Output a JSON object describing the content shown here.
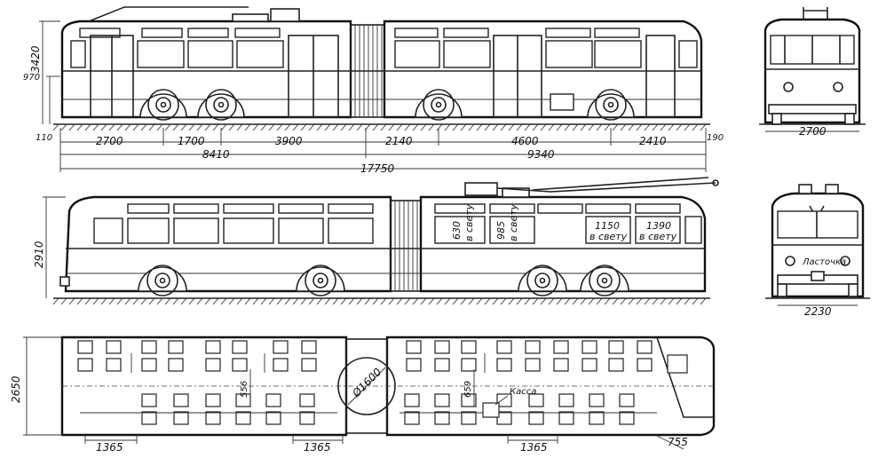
{
  "dimensions": {
    "height_overall": "3420",
    "floor_height": "970",
    "front_overhang": "110",
    "rear_overhang": "190",
    "seg_a": "2700",
    "seg_b": "1700",
    "seg_c": "3900",
    "seg_d": "2140",
    "seg_e": "4600",
    "seg_f": "2410",
    "front_section": "8410",
    "rear_section": "9340",
    "total_length": "17750",
    "front_width": "2700",
    "side_height": "2910",
    "rear_width": "2230",
    "plan_width": "2650",
    "turntable_diameter": "Ø1600",
    "aisle_a": "556",
    "aisle_b": "659",
    "door_a": "1365",
    "door_b": "1365",
    "door_c": "1365",
    "rear_step": "755"
  },
  "labels": {
    "cashier": "Касса",
    "logo": "Ласточка"
  },
  "window_signs": [
    {
      "num": "630",
      "text": "в свету"
    },
    {
      "num": "985",
      "text": "в свету"
    },
    {
      "num": "1150",
      "text": "в свету"
    },
    {
      "num": "1390",
      "text": "в свету"
    }
  ]
}
